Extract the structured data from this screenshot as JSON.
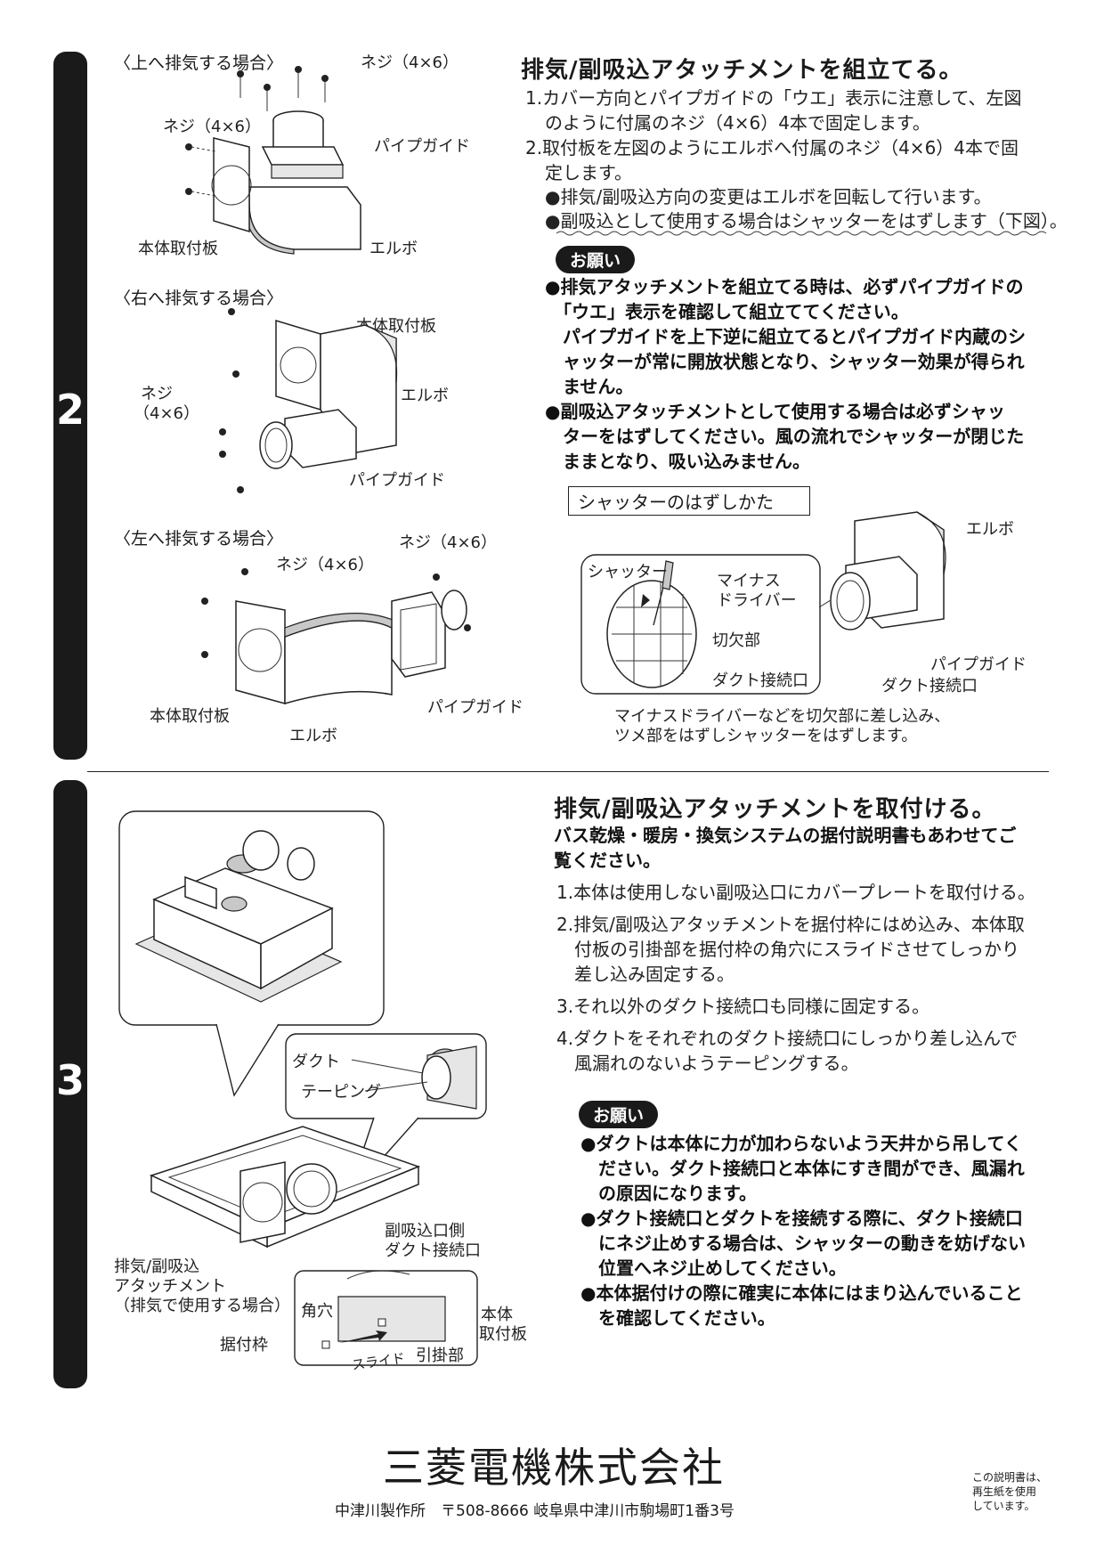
{
  "step2": {
    "number": "2",
    "top": {
      "caption": "〈上へ排気する場合〉",
      "screw_a": "ネジ（4×6）",
      "screw_b": "ネジ（4×6）",
      "pipe_guide": "パイプガイド",
      "mount_plate": "本体取付板",
      "elbow": "エルボ"
    },
    "right": {
      "caption": "〈右へ排気する場合〉",
      "mount_plate": "本体取付板",
      "screw_1": "ネジ",
      "screw_2": "（4×6）",
      "elbow": "エルボ",
      "pipe_guide": "パイプガイド"
    },
    "left": {
      "caption": "〈左へ排気する場合〉",
      "screw_a": "ネジ（4×6）",
      "screw_b": "ネジ（4×6）",
      "mount_plate": "本体取付板",
      "elbow": "エルボ",
      "pipe_guide": "パイプガイド"
    },
    "heading": "排気/副吸込アタッチメントを組立てる。",
    "instructions": [
      "1.カバー方向とパイプガイドの「ウエ」表示に注意して、左図",
      "のように付属のネジ（4×6）4本で固定します。",
      "2.取付板を左図のようにエルボへ付属のネジ（4×6）4本で固",
      "定します。"
    ],
    "bullets": [
      "●排気/副吸込方向の変更はエルボを回転して行います。",
      "●副吸込として使用する場合はシャッターをはずします（下図）。"
    ],
    "notice_label": "お願い",
    "notices": [
      "●排気アタッチメントを組立てる時は、必ずパイプガイドの",
      "「ウエ」表示を確認して組立ててください。",
      "パイプガイドを上下逆に組立てるとパイプガイド内蔵のシ",
      "ャッターが常に開放状態となり、シャッター効果が得られ",
      "ません。",
      "●副吸込アタッチメントとして使用する場合は必ずシャッ",
      "ターをはずしてください。風の流れでシャッターが閉じた",
      "ままとなり、吸い込みません。"
    ],
    "shutter": {
      "title": "シャッターのはずしかた",
      "elbow": "エルボ",
      "shutter": "シャッター",
      "driver_1": "マイナス",
      "driver_2": "ドライバー",
      "notch": "切欠部",
      "duct_port_a": "ダクト接続口",
      "pipe_guide": "パイプガイド",
      "duct_port_b": "ダクト接続口",
      "note_1": "マイナスドライバーなどを切欠部に差し込み、",
      "note_2": "ツメ部をはずしシャッターをはずします。"
    }
  },
  "step3": {
    "number": "3",
    "heading": "排気/副吸込アタッチメントを取付ける。",
    "intro": [
      "バス乾燥・暖房・換気システムの据付説明書もあわせてご",
      "覧ください。"
    ],
    "instructions": [
      "1.本体は使用しない副吸込口にカバープレートを取付ける。",
      "2.排気/副吸込アタッチメントを据付枠にはめ込み、本体取",
      "付板の引掛部を据付枠の角穴にスライドさせてしっかり",
      "差し込み固定する。",
      "3.それ以外のダクト接続口も同様に固定する。",
      "4.ダクトをそれぞれのダクト接続口にしっかり差し込んで",
      "風漏れのないようテーピングする。"
    ],
    "notice_label": "お願い",
    "notices": [
      "●ダクトは本体に力が加わらないよう天井から吊してく",
      "ださい。ダクト接続口と本体にすき間ができ、風漏れ",
      "の原因になります。",
      "●ダクト接続口とダクトを接続する際に、ダクト接続口",
      "にネジ止めする場合は、シャッターの動きを妨げない",
      "位置へネジ止めしてください。",
      "●本体据付けの際に確実に本体にはまり込んでいること",
      "を確認してください。"
    ],
    "labels": {
      "duct": "ダクト",
      "taping": "テーピング",
      "sub_inlet_1": "副吸込口側",
      "sub_inlet_2": "ダクト接続口",
      "attach_1": "排気/副吸込",
      "attach_2": "アタッチメント",
      "attach_3": "（排気で使用する場合）",
      "square_hole": "角穴",
      "frame": "据付枠",
      "slide": "スライド",
      "hook": "引掛部",
      "mount_1": "本体",
      "mount_2": "取付板"
    }
  },
  "footer": {
    "company": "三菱電機株式会社",
    "address": "中津川製作所　〒508-8666  岐阜県中津川市駒場町1番3号",
    "recycle_1": "この説明書は、",
    "recycle_2": "再生紙を使用",
    "recycle_3": "しています。"
  }
}
